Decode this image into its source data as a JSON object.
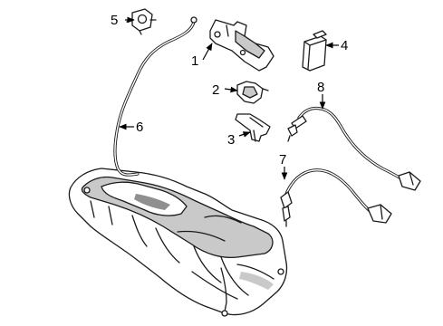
{
  "diagram": {
    "callouts": [
      {
        "id": "1",
        "label": "1"
      },
      {
        "id": "2",
        "label": "2"
      },
      {
        "id": "3",
        "label": "3"
      },
      {
        "id": "4",
        "label": "4"
      },
      {
        "id": "5",
        "label": "5"
      },
      {
        "id": "6",
        "label": "6"
      },
      {
        "id": "7",
        "label": "7"
      },
      {
        "id": "8",
        "label": "8"
      }
    ],
    "parts": [
      {
        "callout": "1",
        "icon": "mounting-bracket-icon"
      },
      {
        "callout": "2",
        "icon": "clamp-icon"
      },
      {
        "callout": "3",
        "icon": "bracket-icon"
      },
      {
        "callout": "4",
        "icon": "module-icon"
      },
      {
        "callout": "5",
        "icon": "valve-icon"
      },
      {
        "callout": "6",
        "icon": "vent-line-icon"
      },
      {
        "callout": "7",
        "icon": "oxygen-sensor-icon"
      },
      {
        "callout": "8",
        "icon": "oxygen-sensor-icon"
      },
      {
        "callout": "",
        "icon": "fuel-tank-icon"
      }
    ]
  }
}
